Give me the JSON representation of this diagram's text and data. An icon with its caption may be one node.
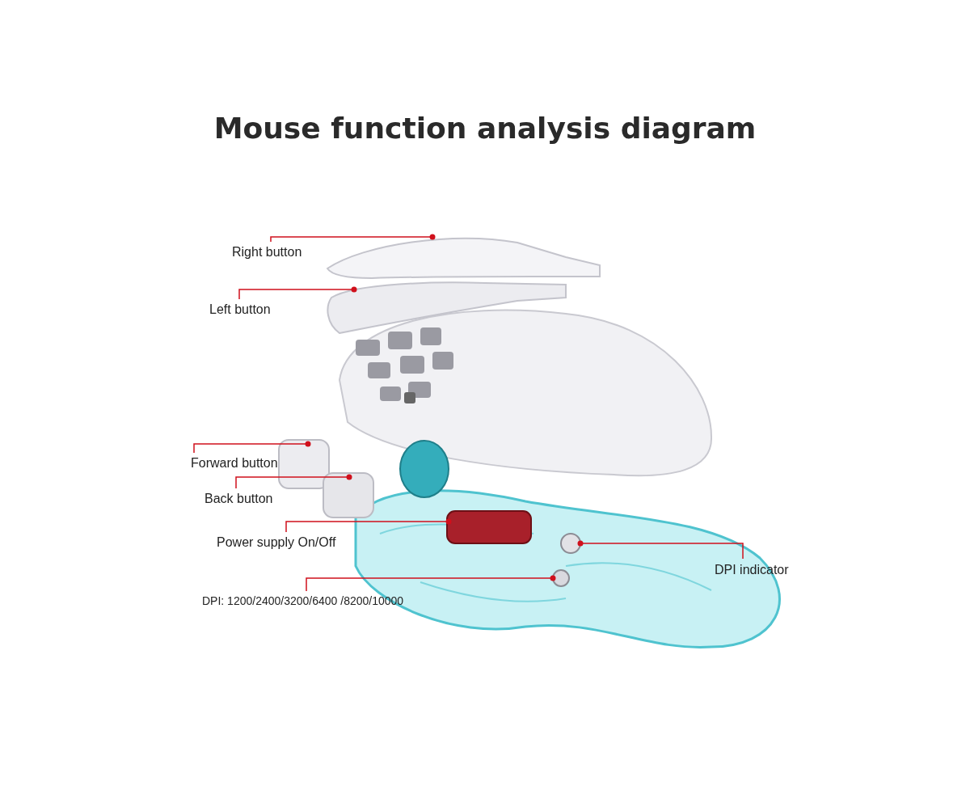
{
  "diagram": {
    "title": "Mouse function analysis diagram",
    "nodes": [
      {
        "text": [
          "Right button"
        ]
      },
      {
        "text": [
          "Left button"
        ]
      },
      {
        "text": [
          "Forward button"
        ]
      },
      {
        "text": [
          "Back button"
        ]
      },
      {
        "text": [
          "Power supply On/Off"
        ]
      },
      {
        "text": [
          "DPI: 1200/2400/3200/6400 /8200/10000"
        ]
      },
      {
        "text": [
          "DPI indicator"
        ]
      },
      {
        "text": [],
        "shape": "picture"
      },
      {
        "text": [],
        "shape": "picture"
      },
      {
        "text": [],
        "shape": "box"
      },
      {
        "text": [],
        "shape": "box"
      },
      {
        "text": [],
        "shape": "box"
      },
      {
        "text": [],
        "shape": "circle"
      },
      {
        "text": [],
        "shape": "circle"
      }
    ],
    "edges": [
      {
        "from": 0,
        "to": 7,
        "arrow": "other"
      },
      {
        "from": 1,
        "to": 8,
        "arrow": "other"
      },
      {
        "from": 2,
        "to": 9,
        "arrow": "other"
      },
      {
        "from": 3,
        "to": 10,
        "arrow": "other"
      },
      {
        "from": 4,
        "to": 11,
        "arrow": "other"
      },
      {
        "from": 5,
        "to": 12,
        "arrow": "other"
      },
      {
        "from": 6,
        "to": 13,
        "arrow": "other"
      }
    ]
  }
}
